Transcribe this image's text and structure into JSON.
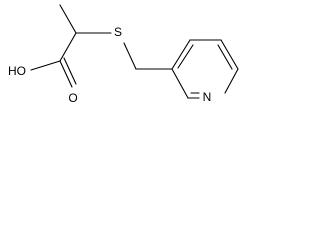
{
  "molecule": {
    "atom_labels": {
      "hydroxyl": "HO",
      "carbonyl_oxygen": "O",
      "sulfur": "S",
      "ring_nitrogen": "N"
    }
  }
}
